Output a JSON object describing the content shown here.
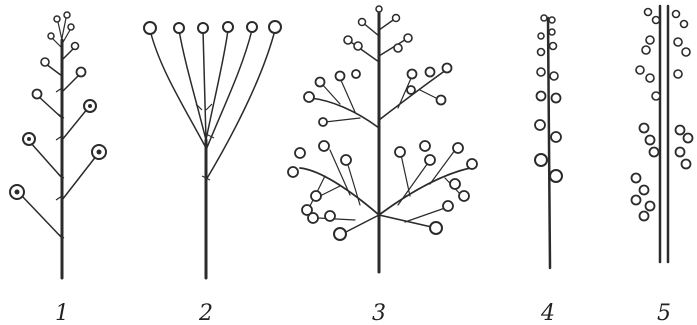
{
  "figure": {
    "panels": [
      {
        "id": "panel-1",
        "number": "1"
      },
      {
        "id": "panel-2",
        "number": "2"
      },
      {
        "id": "panel-3",
        "number": "3"
      },
      {
        "id": "panel-4",
        "number": "4"
      },
      {
        "id": "panel-5",
        "number": "5"
      }
    ],
    "colors": {
      "ink": "#2b2b2b",
      "paper": "#ffffff"
    }
  }
}
